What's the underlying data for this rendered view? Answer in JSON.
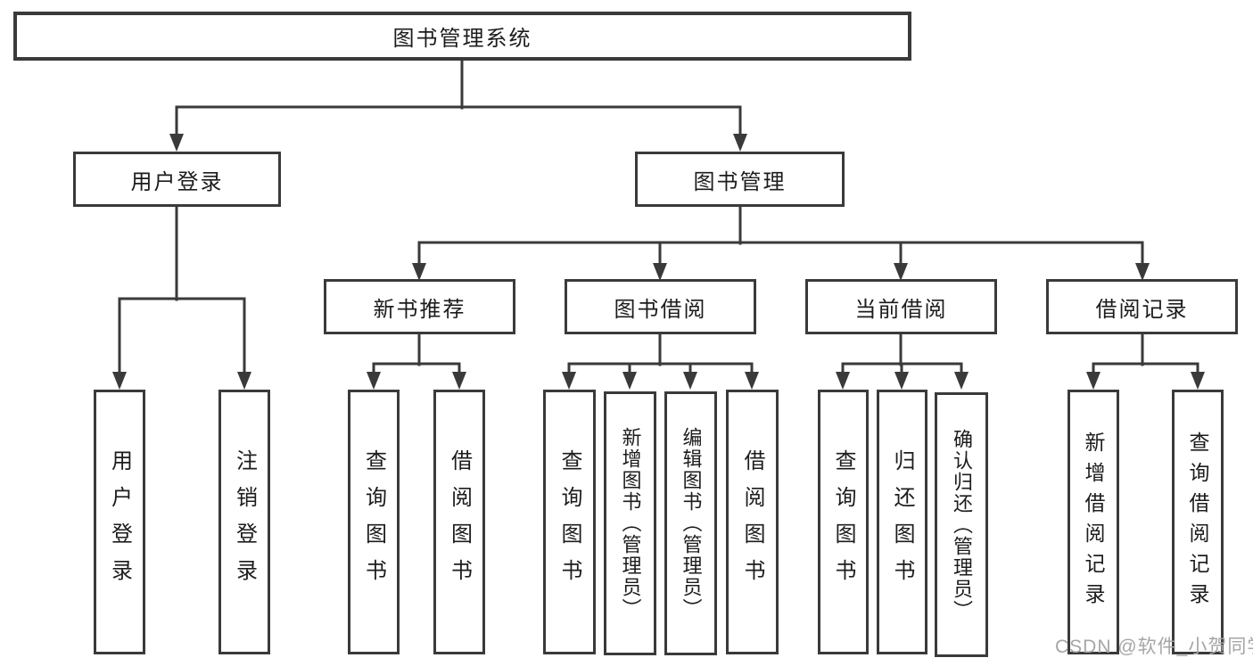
{
  "diagram": {
    "root": {
      "label": "图书管理系统"
    },
    "level2": [
      {
        "id": "user-login",
        "label": "用户登录"
      },
      {
        "id": "book-management",
        "label": "图书管理"
      }
    ],
    "level3": [
      {
        "id": "new-book-recommend",
        "label": "新书推荐"
      },
      {
        "id": "book-borrow",
        "label": "图书借阅"
      },
      {
        "id": "current-borrow",
        "label": "当前借阅"
      },
      {
        "id": "borrow-records",
        "label": "借阅记录"
      }
    ],
    "leaves": [
      {
        "id": "user-login-leaf",
        "label": "用户登录"
      },
      {
        "id": "logout-leaf",
        "label": "注销登录"
      },
      {
        "id": "query-books-recommend",
        "label": "查询图书"
      },
      {
        "id": "borrow-books-recommend",
        "label": "借阅图书"
      },
      {
        "id": "query-books-borrow",
        "label": "查询图书"
      },
      {
        "id": "add-books-admin",
        "label": "新增图书（管理员）"
      },
      {
        "id": "edit-books-admin",
        "label": "编辑图书（管理员）"
      },
      {
        "id": "borrow-books-borrow",
        "label": "借阅图书"
      },
      {
        "id": "query-books-current",
        "label": "查询图书"
      },
      {
        "id": "return-books",
        "label": "归还图书"
      },
      {
        "id": "confirm-return-admin",
        "label": "确认归还（管理员）"
      },
      {
        "id": "add-borrow-record",
        "label": "新增借阅记录"
      },
      {
        "id": "query-borrow-record",
        "label": "查询借阅记录"
      }
    ],
    "watermark": "CSDN @软件_小贺同学",
    "colors": {
      "line": "#3a3a3a",
      "text": "#1c1c1c",
      "watermark": "#a6a6a6",
      "background": "#ffffff"
    }
  }
}
